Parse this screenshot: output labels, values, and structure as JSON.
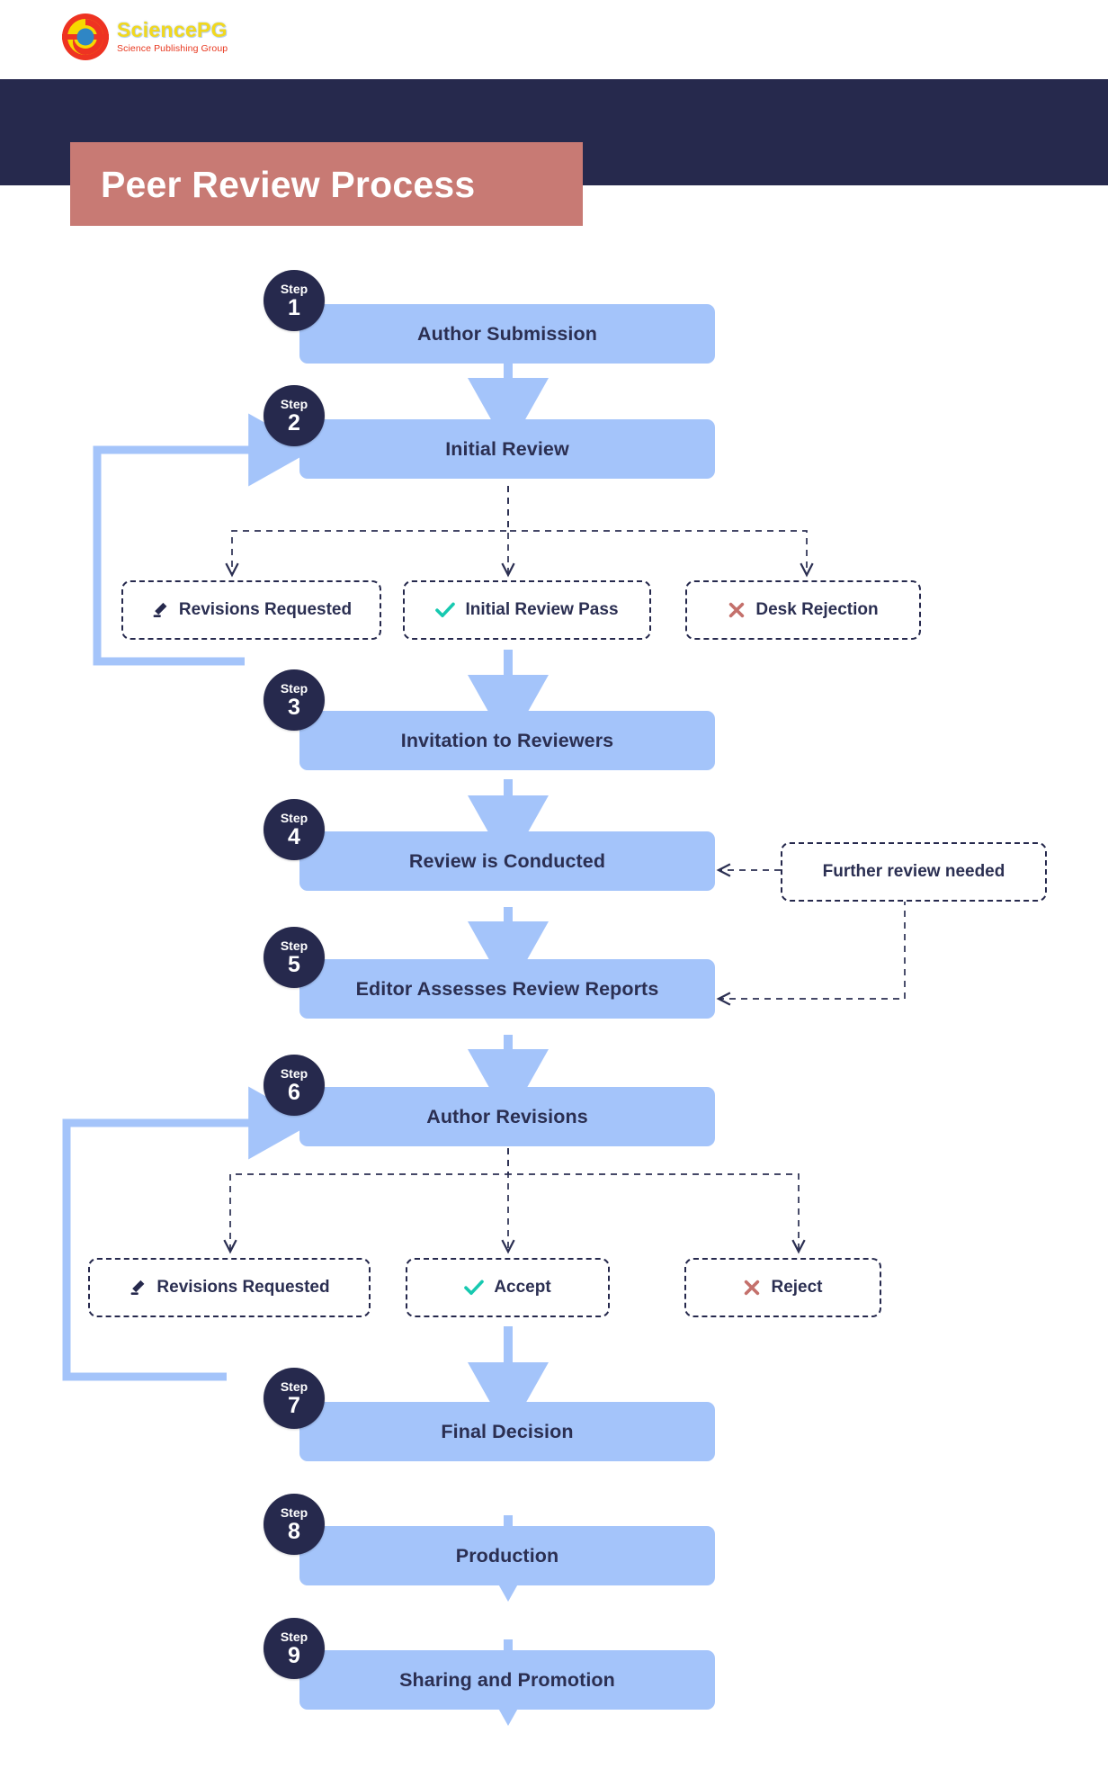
{
  "brand": {
    "name": "SciencePG",
    "tagline": "Science Publishing Group",
    "logo_icon": "sciencepg-circle-logo"
  },
  "header": {
    "title": "Peer Review Process",
    "band_color": "#26294d",
    "plate_color": "#c87a74"
  },
  "palette": {
    "node_fill": "#a4c4fa",
    "node_text": "#2b2f52",
    "badge_fill": "#26294d",
    "arrow_blue": "#a4c4fa",
    "dashed_line": "#2b2f52",
    "check_teal": "#17c9b0",
    "cross_red": "#c4706b",
    "pencil_dark": "#26294d"
  },
  "badge_prefix": "Step",
  "steps": [
    {
      "num": "1",
      "label": "Author Submission"
    },
    {
      "num": "2",
      "label": "Initial Review"
    },
    {
      "num": "3",
      "label": "Invitation to Reviewers"
    },
    {
      "num": "4",
      "label": "Review is Conducted"
    },
    {
      "num": "5",
      "label": "Editor Assesses Review Reports"
    },
    {
      "num": "6",
      "label": "Author Revisions"
    },
    {
      "num": "7",
      "label": "Final Decision"
    },
    {
      "num": "8",
      "label": "Production"
    },
    {
      "num": "9",
      "label": "Sharing and Promotion"
    }
  ],
  "decisions_round1": [
    {
      "label": "Revisions Requested",
      "icon": "pencil-icon"
    },
    {
      "label": "Initial Review Pass",
      "icon": "check-icon"
    },
    {
      "label": "Desk Rejection",
      "icon": "cross-icon"
    }
  ],
  "decisions_round2": [
    {
      "label": "Revisions Requested",
      "icon": "pencil-icon"
    },
    {
      "label": "Accept",
      "icon": "check-icon"
    },
    {
      "label": "Reject",
      "icon": "cross-icon"
    }
  ],
  "notes": [
    {
      "label": "Further review needed"
    }
  ]
}
